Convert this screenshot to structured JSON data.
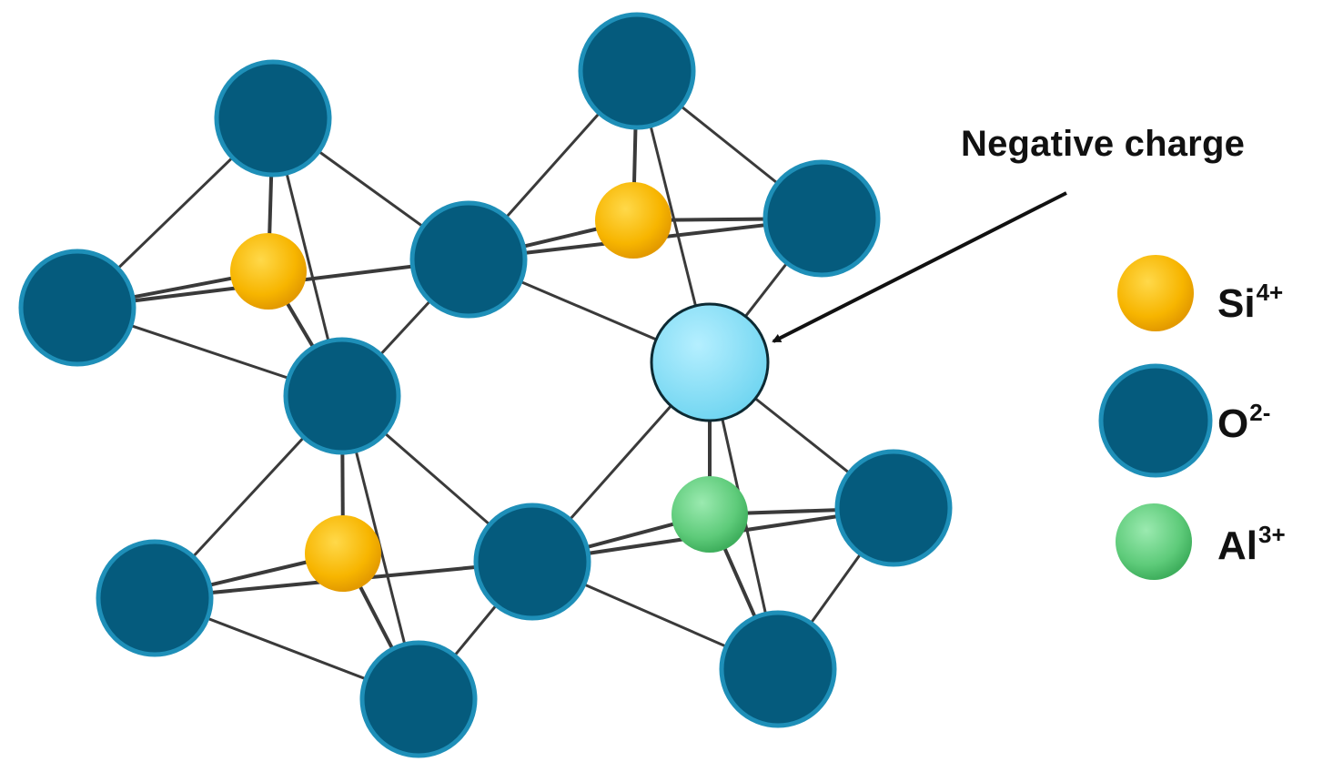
{
  "annotation": "Negative charge",
  "legend": [
    {
      "key": "si",
      "symbol": "Si",
      "charge": "4+",
      "color": "#f7b500"
    },
    {
      "key": "o",
      "symbol": "O",
      "charge": "2-",
      "color": "#055b7d"
    },
    {
      "key": "al",
      "symbol": "Al",
      "charge": "3+",
      "color": "#5ecb7a"
    }
  ],
  "colors": {
    "oxygen": "#055b7d",
    "oxygen_rim": "#1e8fb8",
    "silicon": "#f7b500",
    "aluminium": "#5ecb7a",
    "charge_site": "#7fdcf4",
    "bond": "#3a3a3a"
  }
}
